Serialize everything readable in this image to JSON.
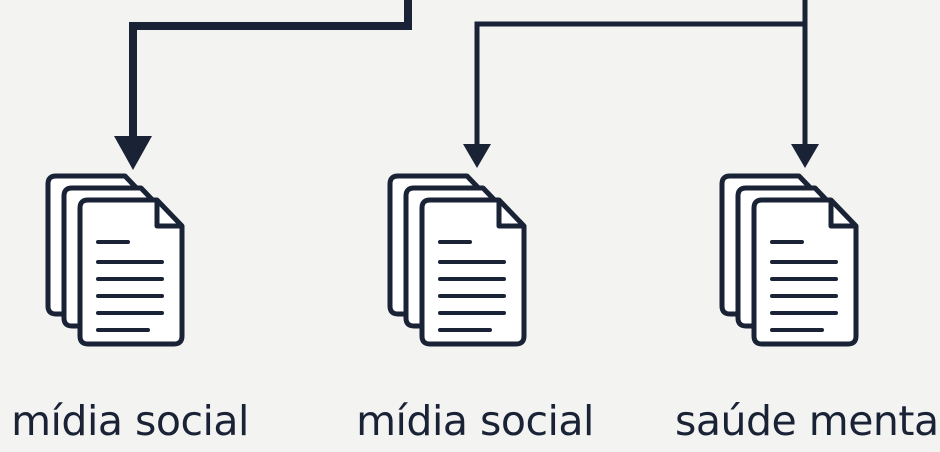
{
  "colors": {
    "background": "#f3f3f1",
    "stroke": "#1a2236",
    "page_fill": "#ffffff"
  },
  "nodes": [
    {
      "label": "mídia social",
      "icon": "document-stack-icon"
    },
    {
      "label": "mídia social",
      "icon": "document-stack-icon"
    },
    {
      "label": "saúde mental",
      "icon": "document-stack-icon"
    }
  ]
}
